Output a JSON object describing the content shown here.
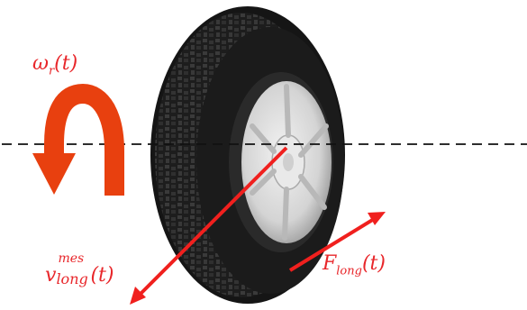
{
  "labels": {
    "omega_symbol": "ω",
    "omega_sub": "r",
    "omega_arg": "(t)",
    "v_symbol": "v",
    "v_sup": "mes",
    "v_sub": "long",
    "v_arg": "(t)",
    "f_symbol": "F",
    "f_sub": "long",
    "f_arg": "(t)"
  },
  "colors": {
    "label_red": "#e8262a",
    "arrow_red": "#f0201e",
    "rotation_arrow": "#e8400f",
    "tire_dark": "#1c1c1c",
    "rim": "#d9d9d9",
    "dashed_line": "#111111"
  },
  "icons": {
    "tire": "tire-image",
    "rotation": "curved-rotation-arrow-icon"
  }
}
